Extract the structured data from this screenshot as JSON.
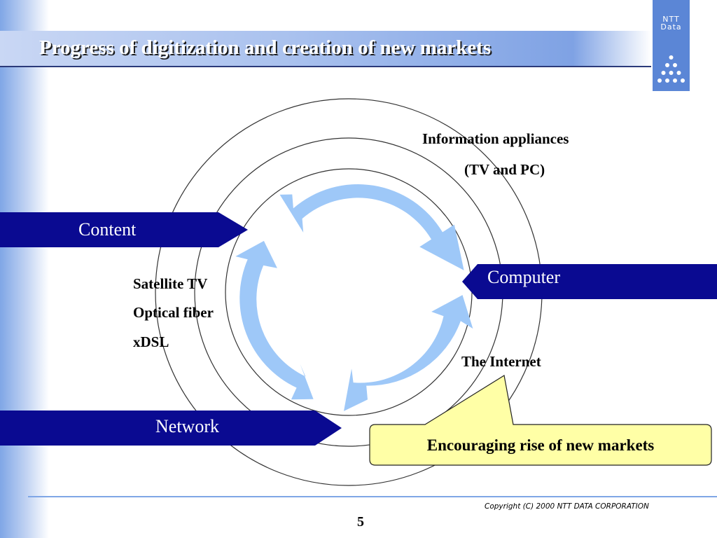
{
  "slide": {
    "title": "Progress of digitization and creation of new markets",
    "page_number": "5",
    "copyright": "Copyright (C) 2000 NTT DATA CORPORATION"
  },
  "logo": {
    "line1": "NTT",
    "line2": "Data",
    "icon": "dot-triangle-icon"
  },
  "diagram": {
    "bands": {
      "content": "Content",
      "computer": "Computer",
      "network": "Network"
    },
    "labels": {
      "information_appliances": "Information appliances",
      "tv_and_pc": "(TV and PC)",
      "satellite_tv": "Satellite TV",
      "optical_fiber": "Optical fiber",
      "xdsl": "xDSL",
      "the_internet": "The Internet"
    },
    "callout": "Encouraging rise of new markets",
    "colors": {
      "band": "#0a0a91",
      "arrow": "#9ec8f8",
      "callout_fill": "#ffffa6",
      "ring_stroke": "#333333"
    }
  }
}
